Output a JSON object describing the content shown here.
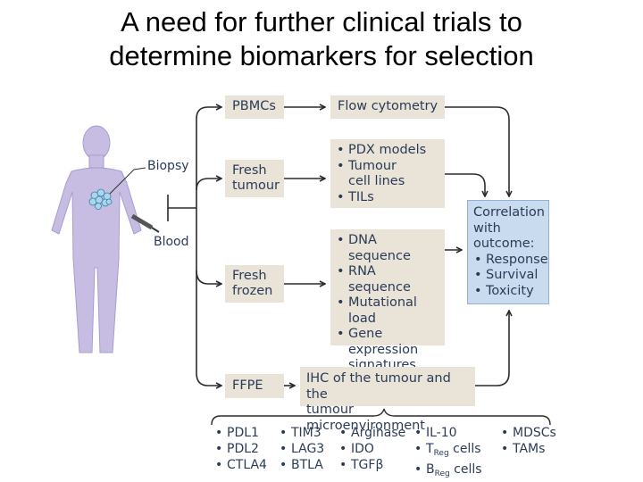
{
  "title": {
    "line1": "A need for further clinical trials to",
    "line2": "determine biomarkers for selection"
  },
  "body_labels": {
    "biopsy": "Biopsy",
    "blood": "Blood"
  },
  "samples": {
    "pbmcs": "PBMCs",
    "fresh_tumour": [
      "Fresh",
      "tumour"
    ],
    "fresh_frozen": [
      "Fresh",
      "frozen"
    ],
    "ffpe": "FFPE"
  },
  "assays": {
    "flow": "Flow cytometry",
    "pdx": [
      "PDX models",
      "Tumour cell lines",
      "TILs"
    ],
    "sequencing": [
      "DNA sequence",
      "RNA sequence",
      "Mutational load",
      "Gene expression signatures"
    ],
    "ihc": [
      "IHC of the tumour and the",
      "tumour microenvironment"
    ]
  },
  "correlation": {
    "heading": [
      "Correlation",
      "with",
      "outcome:"
    ],
    "items": [
      "Response",
      "Survival",
      "Toxicity"
    ]
  },
  "markers": {
    "col1": [
      "PDL1",
      "PDL2",
      "CTLA4"
    ],
    "col2": [
      "TIM3",
      "LAG3",
      "BTLA"
    ],
    "col3": [
      "Arginase",
      "IDO",
      "TGFβ"
    ],
    "col4": {
      "il10": "IL-10",
      "treg_pre": "T",
      "treg_sub": "Reg",
      "treg_post": " cells",
      "breg_pre": "B",
      "breg_sub": "Reg",
      "breg_post": " cells"
    },
    "col5": [
      "MDSCs",
      "TAMs"
    ]
  },
  "colors": {
    "box": "#e9e3d8",
    "correlation_box": "#c9dcef",
    "text": "#2b3b57",
    "figure": "#c7bde3",
    "arrow": "#2b2b2b"
  }
}
